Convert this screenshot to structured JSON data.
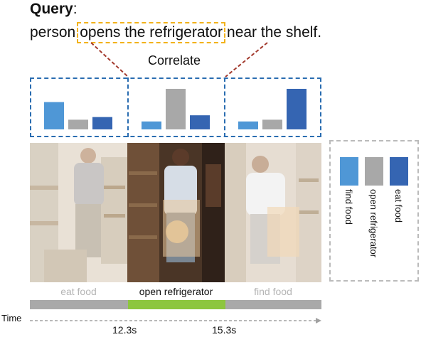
{
  "query": {
    "title": "Query",
    "title_suffix": ":",
    "text_before": "person",
    "highlight": "opens the refrigerator",
    "text_after": "near the shelf."
  },
  "correlate_label": "Correlate",
  "colors": {
    "find_food": "#4f97d6",
    "open_refrigerator": "#a8a8a8",
    "eat_food": "#3565b2",
    "highlight_border": "#f2b21b",
    "chart_border": "#2a6db1",
    "timeline_active": "#8dc63f",
    "timeline_inactive": "#a9a9a9",
    "connector": "#a33a2e"
  },
  "chart_data": [
    {
      "type": "bar",
      "categories": [
        "find food",
        "open refrigerator",
        "eat food"
      ],
      "values": [
        0.62,
        0.22,
        0.28
      ]
    },
    {
      "type": "bar",
      "categories": [
        "find food",
        "open refrigerator",
        "eat food"
      ],
      "values": [
        0.18,
        0.92,
        0.32
      ]
    },
    {
      "type": "bar",
      "categories": [
        "find food",
        "open refrigerator",
        "eat food"
      ],
      "values": [
        0.18,
        0.22,
        0.92
      ]
    }
  ],
  "legend": {
    "items": [
      {
        "label": "find  food",
        "color": "#4f97d6"
      },
      {
        "label": "open refrigerator",
        "color": "#a8a8a8"
      },
      {
        "label": "eat food",
        "color": "#3565b2"
      }
    ]
  },
  "timeline": {
    "segments": [
      {
        "label": "eat food",
        "state": "inactive"
      },
      {
        "label": "open refrigerator",
        "state": "active"
      },
      {
        "label": "find food",
        "state": "inactive"
      }
    ],
    "axis_label": "Time",
    "ticks": [
      "12.3s",
      "15.3s"
    ]
  }
}
